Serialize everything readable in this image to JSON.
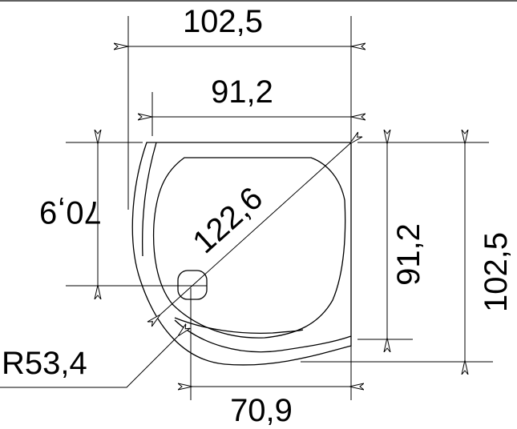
{
  "dimensions": {
    "outer_width": "102,5",
    "inner_width": "91,2",
    "left_side_depth": "70,9",
    "diagonal": "122,6",
    "right_inner_depth": "91,2",
    "right_outer_depth": "102,5",
    "bottom_width": "70,9",
    "corner_radius": "R53,4"
  },
  "colors": {
    "line": "#000000",
    "background": "#ffffff"
  }
}
